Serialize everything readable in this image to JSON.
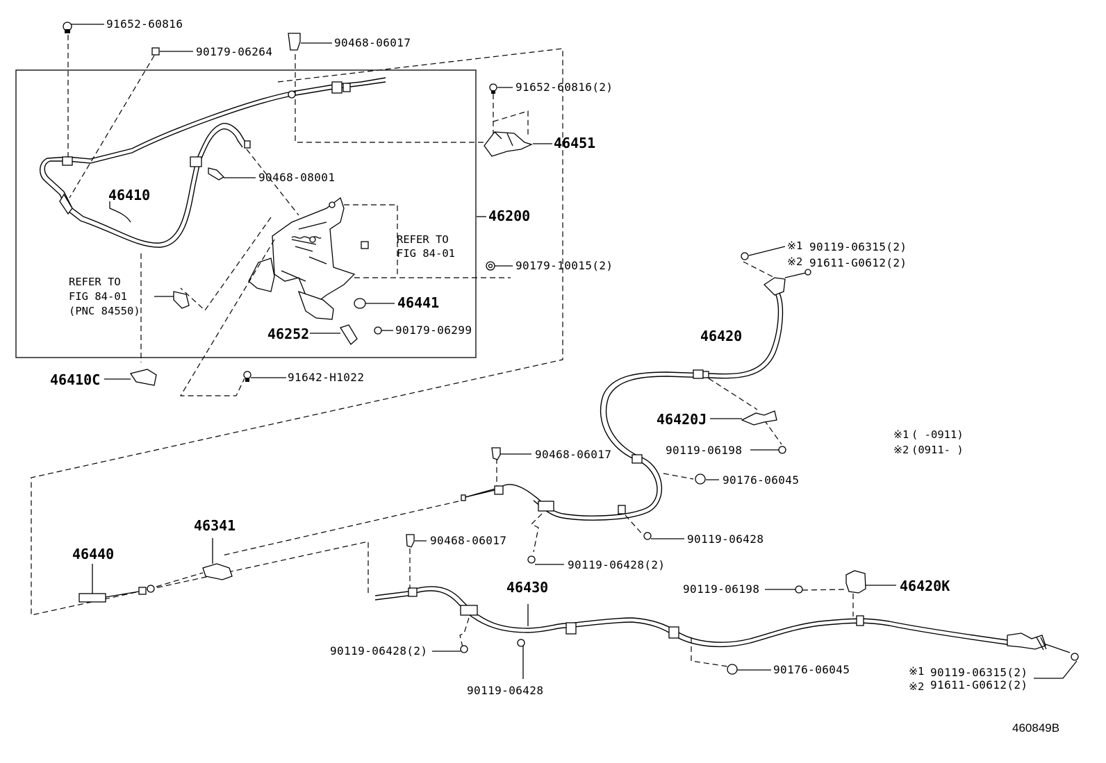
{
  "diagram": {
    "figure_code": "460849B",
    "ref_upper": {
      "line1": "REFER TO",
      "line2": "FIG 84-01"
    },
    "ref_left": {
      "line1": "REFER TO",
      "line2": "FIG 84-01",
      "line3": "(PNC 84550)"
    },
    "legend": [
      {
        "mark": "※1",
        "text": "(    -0911)"
      },
      {
        "mark": "※2",
        "text": "(0911-    )"
      }
    ],
    "parts": {
      "p91652_60816": "91652-60816",
      "p90179_06264": "90179-06264",
      "p90468_06017_top": "90468-06017",
      "p91652_60816_2": "91652-60816(2)",
      "p46451": "46451",
      "p90468_08001": "90468-08001",
      "p46410": "46410",
      "p46200": "46200",
      "p90179_10015_2": "90179-10015(2)",
      "p46441": "46441",
      "p46252": "46252",
      "p90179_06299": "90179-06299",
      "p46410C": "46410C",
      "p91642_H1022": "91642-H1022",
      "p90119_06315_2_upper": "90119-06315(2)",
      "p91611_G0612_2_upper": "91611-G0612(2)",
      "p46420": "46420",
      "p46420J": "46420J",
      "p90119_06198_mid": "90119-06198",
      "p90468_06017_mid": "90468-06017",
      "p90176_06045_mid": "90176-06045",
      "p90119_06428_mid": "90119-06428",
      "p90119_06428_2_mid": "90119-06428(2)",
      "p46341": "46341",
      "p46440": "46440",
      "p90468_06017_low": "90468-06017",
      "p46430": "46430",
      "p90119_06198_low": "90119-06198",
      "p46420K": "46420K",
      "p90119_06428_2_low": "90119-06428(2)",
      "p90119_06428_low": "90119-06428",
      "p90176_06045_low": "90176-06045",
      "p90119_06315_2_lower": "90119-06315(2)",
      "p91611_G0612_2_lower": "91611-G0612(2)"
    }
  }
}
